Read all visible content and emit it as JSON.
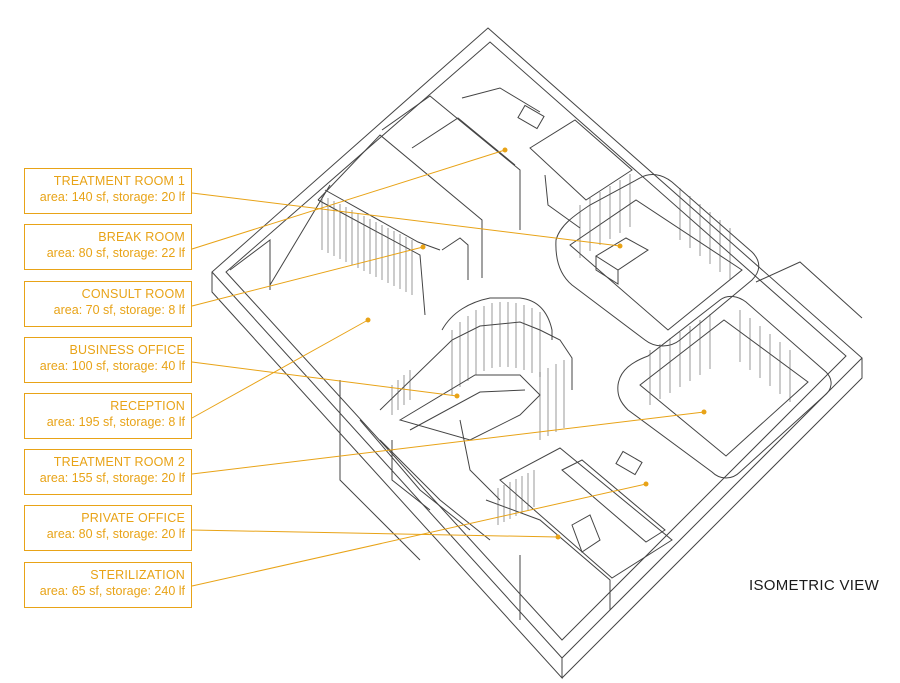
{
  "view_title": "ISOMETRIC VIEW",
  "accent_color": "#e8a317",
  "rooms": [
    {
      "name": "TREATMENT ROOM 1",
      "stats": "area: 140 sf, storage: 20 lf"
    },
    {
      "name": "BREAK ROOM",
      "stats": "area: 80 sf, storage: 22 lf"
    },
    {
      "name": "CONSULT ROOM",
      "stats": "area: 70 sf, storage: 8 lf"
    },
    {
      "name": "BUSINESS OFFICE",
      "stats": "area: 100 sf, storage: 40 lf"
    },
    {
      "name": "RECEPTION",
      "stats": "area: 195 sf, storage: 8 lf"
    },
    {
      "name": "TREATMENT ROOM 2",
      "stats": "area: 155 sf, storage: 20 lf"
    },
    {
      "name": "PRIVATE OFFICE",
      "stats": "area: 80 sf, storage: 20 lf"
    },
    {
      "name": "STERILIZATION",
      "stats": "area: 65 sf, storage: 240 lf"
    }
  ]
}
